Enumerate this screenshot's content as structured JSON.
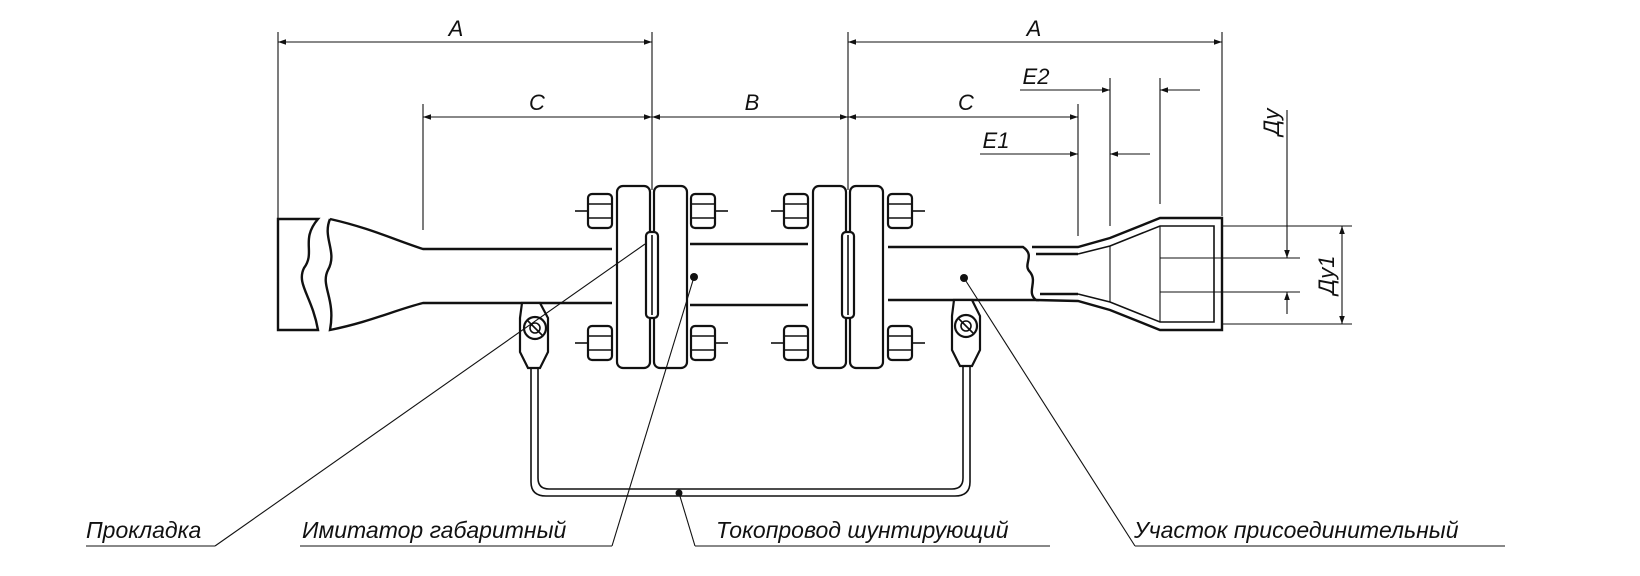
{
  "dimensions": {
    "a_left": "A",
    "a_right": "A",
    "c_left": "C",
    "b": "B",
    "c_right": "C",
    "e2": "E2",
    "e1": "E1",
    "du": "Ду",
    "du1": "Ду1"
  },
  "callouts": {
    "gasket": "Прокладка",
    "simulator": "Имитатор габаритный",
    "shunt": "Токопровод шунтирующий",
    "connection": "Участок присоединительный"
  }
}
